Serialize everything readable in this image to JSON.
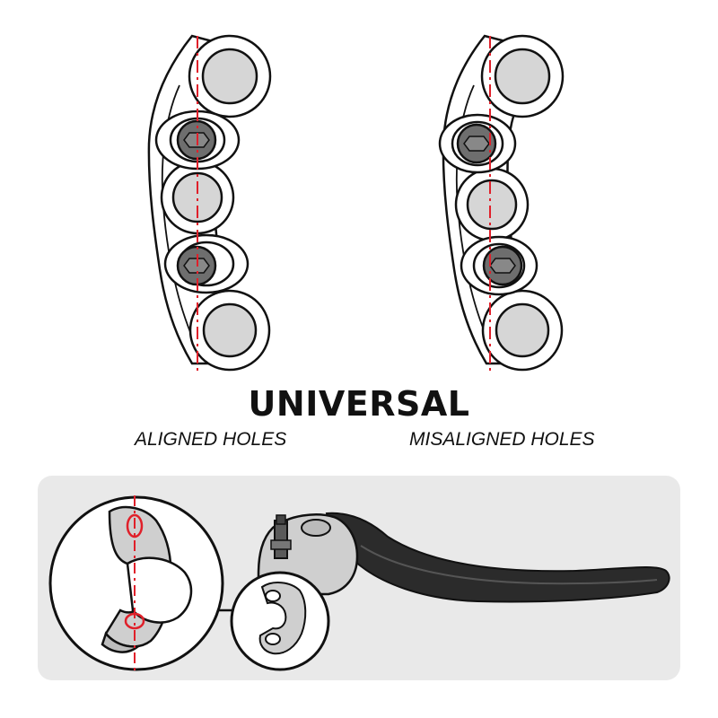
{
  "title": "UNIVERSAL",
  "captions": {
    "left": "ALIGNED HOLES",
    "right": "MISALIGNED HOLES"
  },
  "colors": {
    "outline": "#111111",
    "fill_light": "#d6d6d6",
    "fill_dark": "#6e6e6e",
    "guide_line": "#e0202a",
    "panel_bg": "#e9e9e9",
    "lever_body": "#cfcfcf",
    "lever_blade": "#2b2b2b"
  },
  "icons": [
    "hex-bolt-icon",
    "center-line-icon"
  ]
}
